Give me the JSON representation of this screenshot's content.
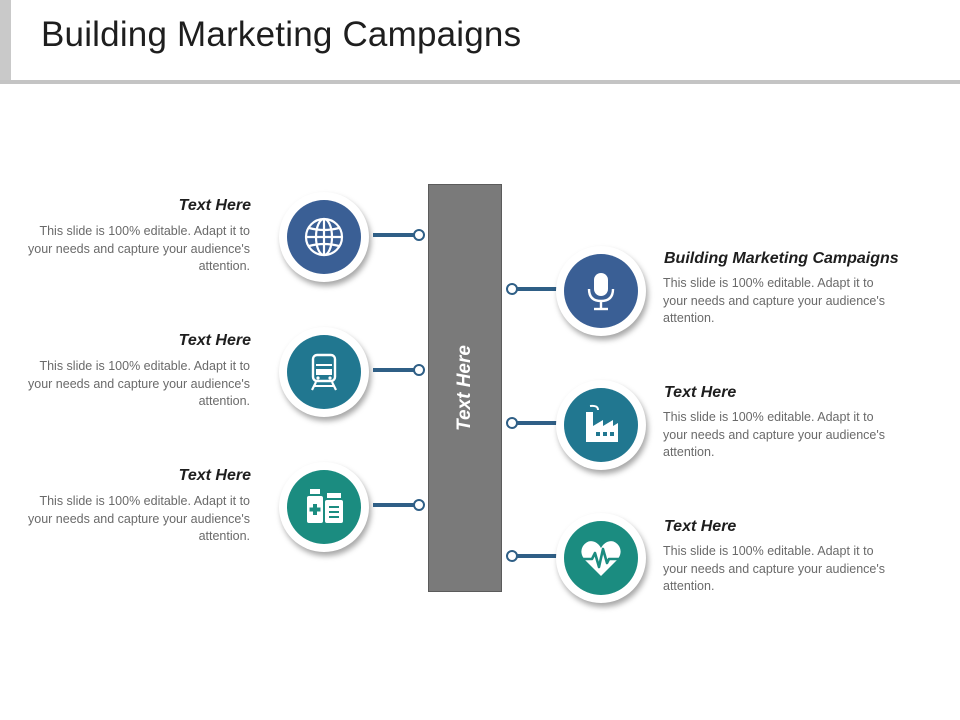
{
  "slide": {
    "title": "Building Marketing Campaigns",
    "center_label": "Text Here"
  },
  "left_items": [
    {
      "title": "Text Here",
      "body": "This slide is 100% editable. Adapt it to your needs and capture your audience's attention.",
      "icon": "globe-icon",
      "color": "#3a5f95"
    },
    {
      "title": "Text Here",
      "body": "This slide is 100% editable. Adapt it to your needs and capture your audience's attention.",
      "icon": "train-icon",
      "color": "#217790"
    },
    {
      "title": "Text Here",
      "body": "This slide is 100% editable. Adapt it to your needs and capture your audience's attention.",
      "icon": "medicine-icon",
      "color": "#1b8c80"
    }
  ],
  "right_items": [
    {
      "title": "Building Marketing Campaigns",
      "body": "This slide is 100% editable. Adapt it to your needs and capture your audience's attention.",
      "icon": "microphone-icon",
      "color": "#3a5f95"
    },
    {
      "title": "Text Here",
      "body": "This slide is 100% editable. Adapt it to your needs and capture your audience's attention.",
      "icon": "factory-icon",
      "color": "#217790"
    },
    {
      "title": "Text Here",
      "body": "This slide is 100% editable. Adapt it to your needs and capture your audience's attention.",
      "icon": "heartbeat-icon",
      "color": "#1b8c80"
    }
  ],
  "colors": {
    "bar": "#7a7a7a",
    "connector": "#2f5f86"
  }
}
